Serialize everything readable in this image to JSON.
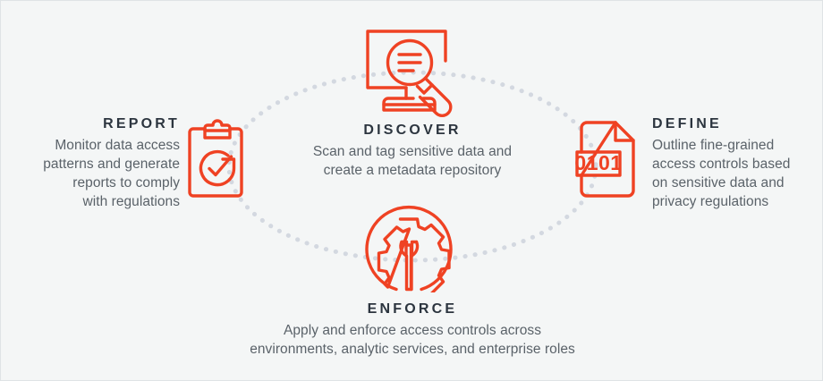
{
  "diagram": {
    "background_color": "#f4f6f6",
    "border_color": "#dfe3e5",
    "accent_color": "#ef4223",
    "heading_color": "#2c353f",
    "body_color": "#5a6269",
    "connector_color": "#d3d8e0",
    "connector_style": "dotted-ellipse"
  },
  "nodes": {
    "report": {
      "heading": "REPORT",
      "line1": "Monitor data access",
      "line2": "patterns and generate",
      "line3": "reports to comply",
      "line4": "with regulations",
      "icon": "clipboard-check-icon"
    },
    "discover": {
      "heading": "DISCOVER",
      "line1": "Scan and tag sensitive data and",
      "line2": "create a metadata repository",
      "icon": "monitor-magnifier-icon"
    },
    "define": {
      "heading": "DEFINE",
      "line1": "Outline fine-grained",
      "line2": "access controls based",
      "line3": "on sensitive data and",
      "line4": "privacy regulations",
      "icon": "binary-document-icon",
      "icon_label": "0101"
    },
    "enforce": {
      "heading": "ENFORCE",
      "line1": "Apply and enforce access controls across",
      "line2": "environments, analytic services, and enterprise roles",
      "icon": "gear-wrench-icon"
    }
  }
}
